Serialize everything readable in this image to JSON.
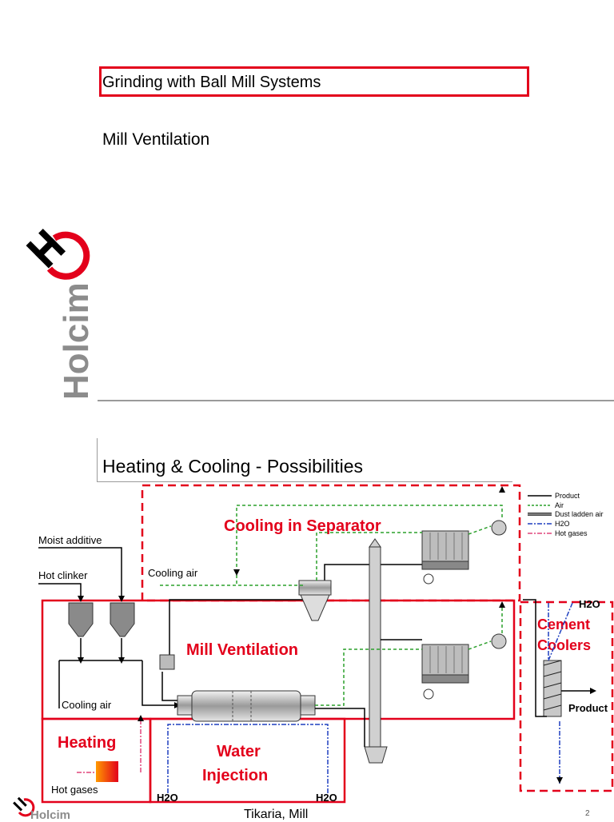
{
  "slide1": {
    "title": "Grinding with Ball Mill Systems",
    "subtitle": "Mill Ventilation",
    "logo_text": "Holcim"
  },
  "slide2": {
    "heading": "Heating & Cooling - Possibilities",
    "legend": [
      "Product",
      "Air",
      "Dust ladden air",
      "H2O",
      "Hot gases"
    ],
    "regions": {
      "cooling_separator": "Cooling in Separator",
      "mill_ventilation": "Mill Ventilation",
      "cement_coolers_1": "Cement",
      "cement_coolers_2": "Coolers",
      "heating": "Heating",
      "water_injection_1": "Water",
      "water_injection_2": "Injection"
    },
    "labels": {
      "moist_additive": "Moist additive",
      "hot_clinker": "Hot clinker",
      "cooling_air_top": "Cooling air",
      "cooling_air_bottom": "Cooling air",
      "hot_gases": "Hot gases",
      "h2o_left": "H2O",
      "h2o_right": "H2O",
      "h2o_top": "H2O",
      "product": "Product"
    },
    "footer_text": "Tikaria, Mill",
    "footer_logo": "Holcim",
    "page_number": "2"
  },
  "colors": {
    "brand_red": "#e3001b",
    "air_green": "#2ca02c",
    "water_blue": "#1f3fbf",
    "hot_gas_pink": "#e0457b",
    "logo_gray": "#8c8c8c"
  }
}
